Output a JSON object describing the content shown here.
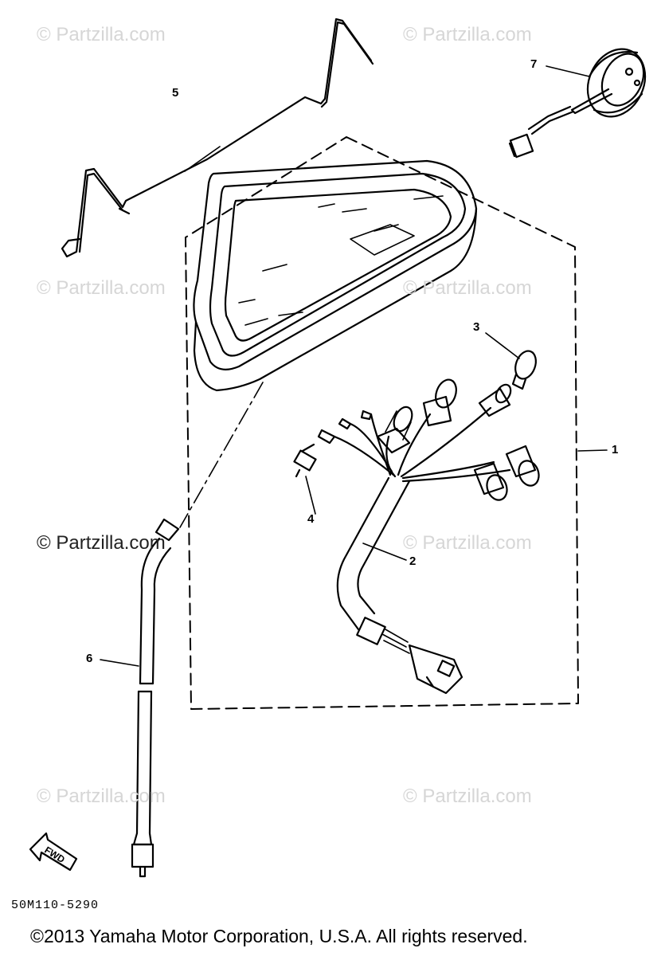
{
  "watermarks": {
    "w1": "© Partzilla.com",
    "w2": "© Partzilla.com",
    "w3": "© Partzilla.com",
    "w4": "© Partzilla.com",
    "w5": "© Partzilla.com",
    "w6": "© Partzilla.com",
    "w7": "© Partzilla.com",
    "w8": "© Partzilla.com"
  },
  "callouts": {
    "c1": "1",
    "c2": "2",
    "c3": "3",
    "c4": "4",
    "c5": "5",
    "c6": "6",
    "c7": "7"
  },
  "direction_label": "FWD",
  "part_code": "50M110-5290",
  "copyright": "©2013 Yamaha Motor Corporation, U.S.A. All rights reserved."
}
